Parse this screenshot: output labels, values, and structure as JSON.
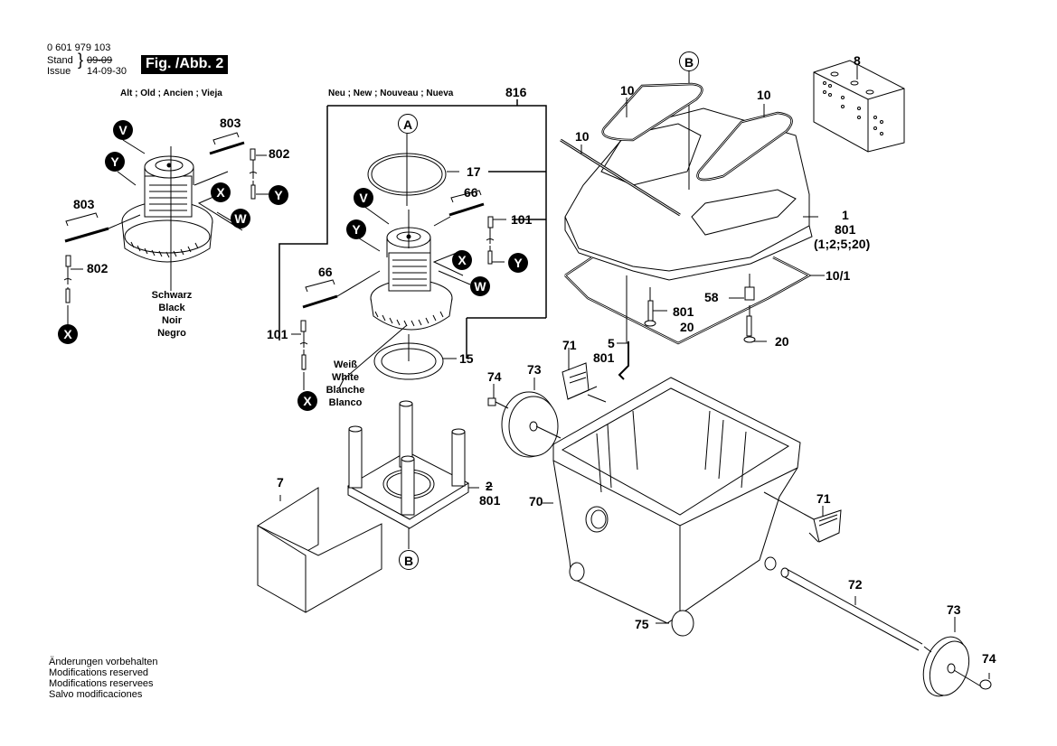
{
  "header": {
    "part_number": "0 601 979 103",
    "stand_label": "Stand",
    "issue_label": "Issue",
    "stand_value": "09-09",
    "issue_value": "14-09-30",
    "figure_label": "Fig. /Abb. 2"
  },
  "sections": {
    "old": "Alt ; Old ; Ancien ; Vieja",
    "new": "Neu ; New ; Nouveau ; Nueva",
    "new_assembly_number": "816"
  },
  "wire_colors": {
    "black": [
      "Schwarz",
      "Black",
      "Noir",
      "Negro"
    ],
    "white": [
      "Weiß",
      "White",
      "Blanche",
      "Blanco"
    ]
  },
  "connection_markers": {
    "V": "V",
    "Y": "Y",
    "X": "X",
    "W": "W"
  },
  "reference_markers": {
    "A": "A",
    "B": "B"
  },
  "part_labels": {
    "p803a": "803",
    "p802a": "802",
    "p803b": "803",
    "p802b": "802",
    "p17": "17",
    "p66a": "66",
    "p101a": "101",
    "p66b": "66",
    "p101b": "101",
    "p15": "15",
    "p10a": "10",
    "p10b": "10",
    "p10c": "10",
    "p8": "8",
    "p1": "1",
    "p801a": "801",
    "p1_set": "(1;2;5;20)",
    "p10_1": "10/1",
    "p58": "58",
    "p801b": "801",
    "p20a": "20",
    "p20b": "20",
    "p5": "5",
    "p801c": "801",
    "p71a": "71",
    "p74a": "74",
    "p73a": "73",
    "p2": "2",
    "p801d": "801",
    "p7": "7",
    "p70": "70",
    "p71b": "71",
    "p72": "72",
    "p75": "75",
    "p73b": "73",
    "p74b": "74"
  },
  "footer": [
    "Änderungen vorbehalten",
    "Modifications reserved",
    "Modifications reservees",
    "Salvo modificaciones"
  ]
}
